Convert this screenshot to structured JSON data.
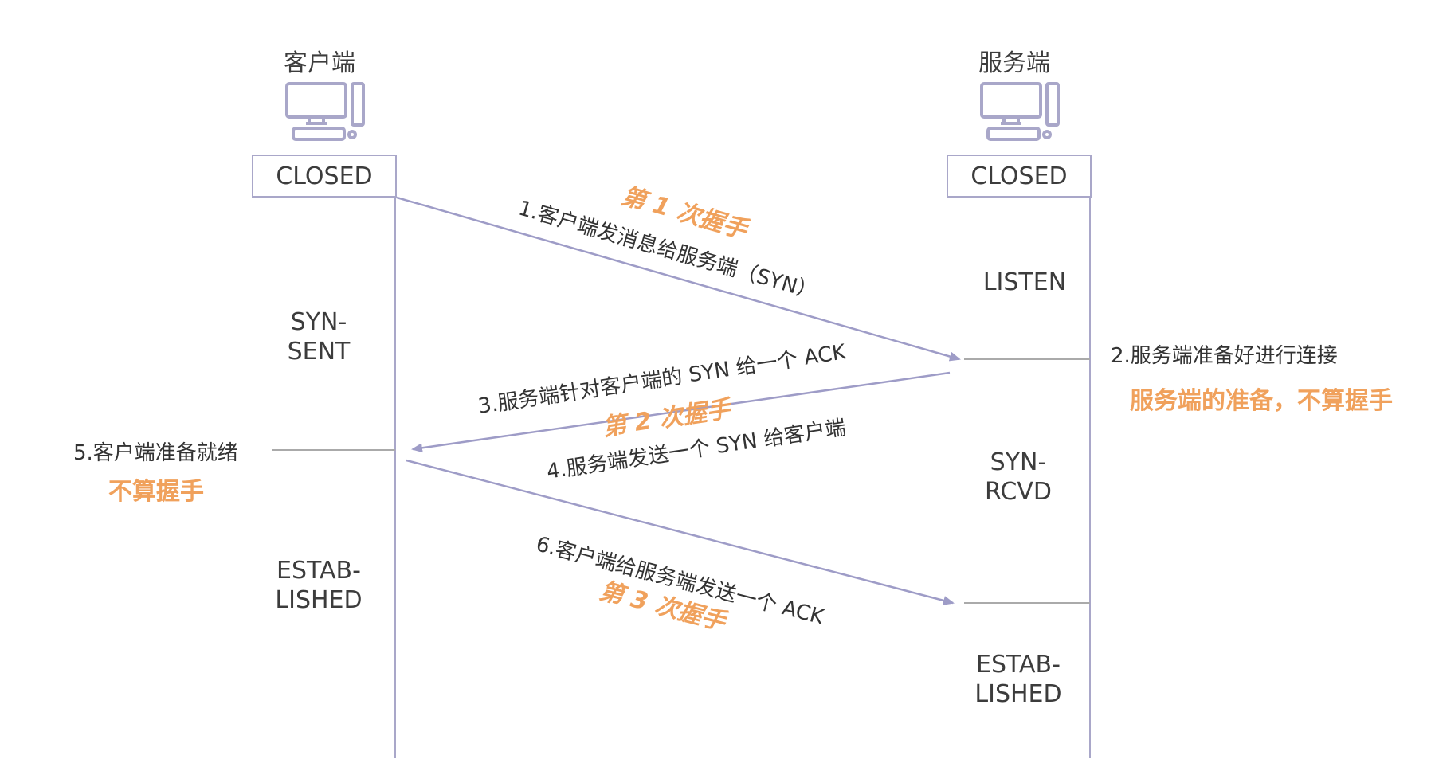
{
  "client": {
    "title": "客户端",
    "icon": "computer-icon",
    "initial_state": "CLOSED",
    "states": {
      "syn_sent": [
        "SYN-",
        "SENT"
      ],
      "established": [
        "ESTAB-",
        "LISHED"
      ]
    }
  },
  "server": {
    "title": "服务端",
    "icon": "computer-icon",
    "initial_state": "CLOSED",
    "states": {
      "listen": "LISTEN",
      "syn_rcvd": [
        "SYN-",
        "RCVD"
      ],
      "established": [
        "ESTAB-",
        "LISHED"
      ]
    }
  },
  "messages": {
    "m1": "1.客户端发消息给服务端（SYN）",
    "m3": "3.服务端针对客户端的 SYN 给一个 ACK",
    "m4": "4.服务端发送一个 SYN 给客户端",
    "m6": "6.客户端给服务端发送一个 ACK"
  },
  "handshakes": {
    "h1": "第 1 次握手",
    "h2": "第 2 次握手",
    "h3": "第 3 次握手"
  },
  "notes": {
    "server_ready": "2.服务端准备好进行连接",
    "server_ready_tag": "服务端的准备，不算握手",
    "client_ready": "5.客户端准备就绪",
    "client_ready_tag": "不算握手"
  },
  "colors": {
    "line": "#a9a7c9",
    "arrow": "#9e9cc7",
    "accent": "#f0a15c",
    "tick": "#aaaaaa"
  }
}
